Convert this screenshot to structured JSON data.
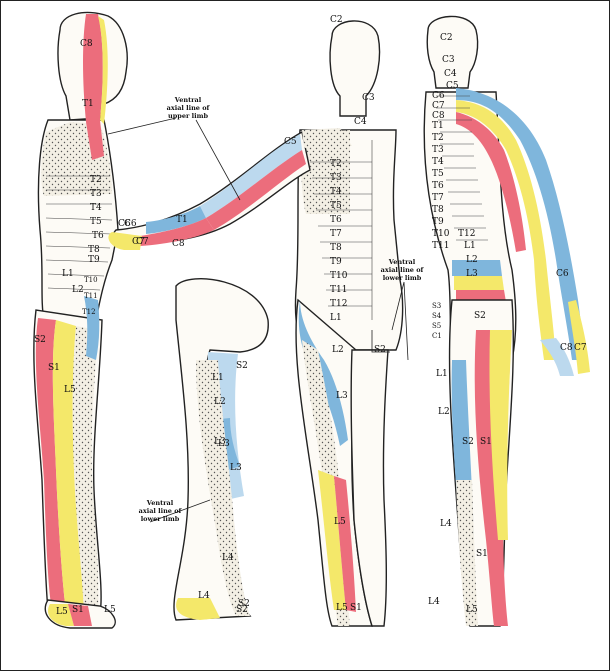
{
  "annotations": {
    "ventral_upper": [
      "Ventral",
      "axial line of",
      "upper limb"
    ],
    "ventral_lower_mid": [
      "Ventral",
      "axial line of",
      "lower limb"
    ],
    "ventral_lower_left": [
      "Ventral",
      "axial line of",
      "lower limb"
    ]
  },
  "side_view": {
    "labels": [
      "C8",
      "T1",
      "T2",
      "T3",
      "T4",
      "T5",
      "T6",
      "T8",
      "T9",
      "T10",
      "T11",
      "T12",
      "L1",
      "L2",
      "S2",
      "S1",
      "L5",
      "L5",
      "S1",
      "L5",
      "C7",
      "C6"
    ]
  },
  "front_view": {
    "labels": [
      "C2",
      "C3",
      "C4",
      "T2",
      "T3",
      "T4",
      "T5",
      "T6",
      "T7",
      "T8",
      "T9",
      "T10",
      "T11",
      "T12",
      "L1",
      "L2",
      "L3",
      "S2",
      "L5",
      "L3",
      "L5",
      "S1",
      "L4",
      "S2",
      "C5",
      "T1",
      "C6",
      "C7",
      "C8"
    ]
  },
  "back_view": {
    "labels": [
      "C2",
      "C3",
      "C4",
      "C5",
      "C6",
      "C7",
      "C8",
      "T1",
      "T2",
      "T3",
      "T4",
      "T5",
      "T6",
      "T7",
      "T8",
      "T9",
      "T10",
      "T11",
      "T12",
      "L1",
      "L2",
      "L3",
      "S3",
      "S4",
      "S5",
      "C1",
      "S2",
      "L1",
      "L2",
      "S2",
      "S1",
      "L4",
      "L4",
      "S1",
      "L5",
      "C6",
      "C8",
      "C7"
    ]
  },
  "leg_view": {
    "labels": [
      "L1",
      "L2",
      "L3",
      "S2",
      "L3",
      "L4",
      "S2"
    ]
  }
}
